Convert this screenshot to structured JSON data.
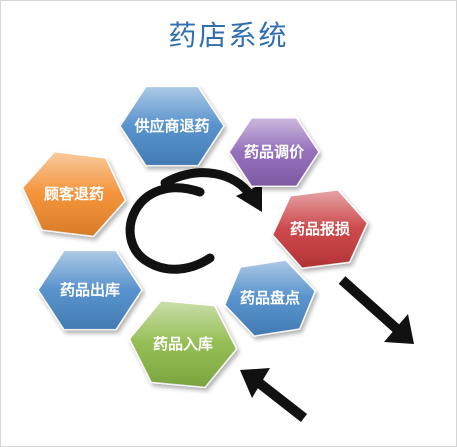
{
  "title": "药店系统",
  "colors": {
    "title": "#2f6fb0",
    "orange": "#f28a2c",
    "blue": "#4a89c8",
    "purple": "#8c63b6",
    "red": "#c8393b",
    "green": "#8ab845",
    "arrow": "#111111"
  },
  "nodes": [
    {
      "id": "supplier-return",
      "label": "供应商退药",
      "color": "blue"
    },
    {
      "id": "drug-price-adjust",
      "label": "药品调价",
      "color": "purple"
    },
    {
      "id": "customer-return",
      "label": "顾客退药",
      "color": "orange"
    },
    {
      "id": "drug-scrap",
      "label": "药品报损",
      "color": "red"
    },
    {
      "id": "drug-outbound",
      "label": "药品出库",
      "color": "blue"
    },
    {
      "id": "drug-inventory",
      "label": "药品盘点",
      "color": "blue"
    },
    {
      "id": "drug-inbound",
      "label": "药品入库",
      "color": "green"
    }
  ]
}
